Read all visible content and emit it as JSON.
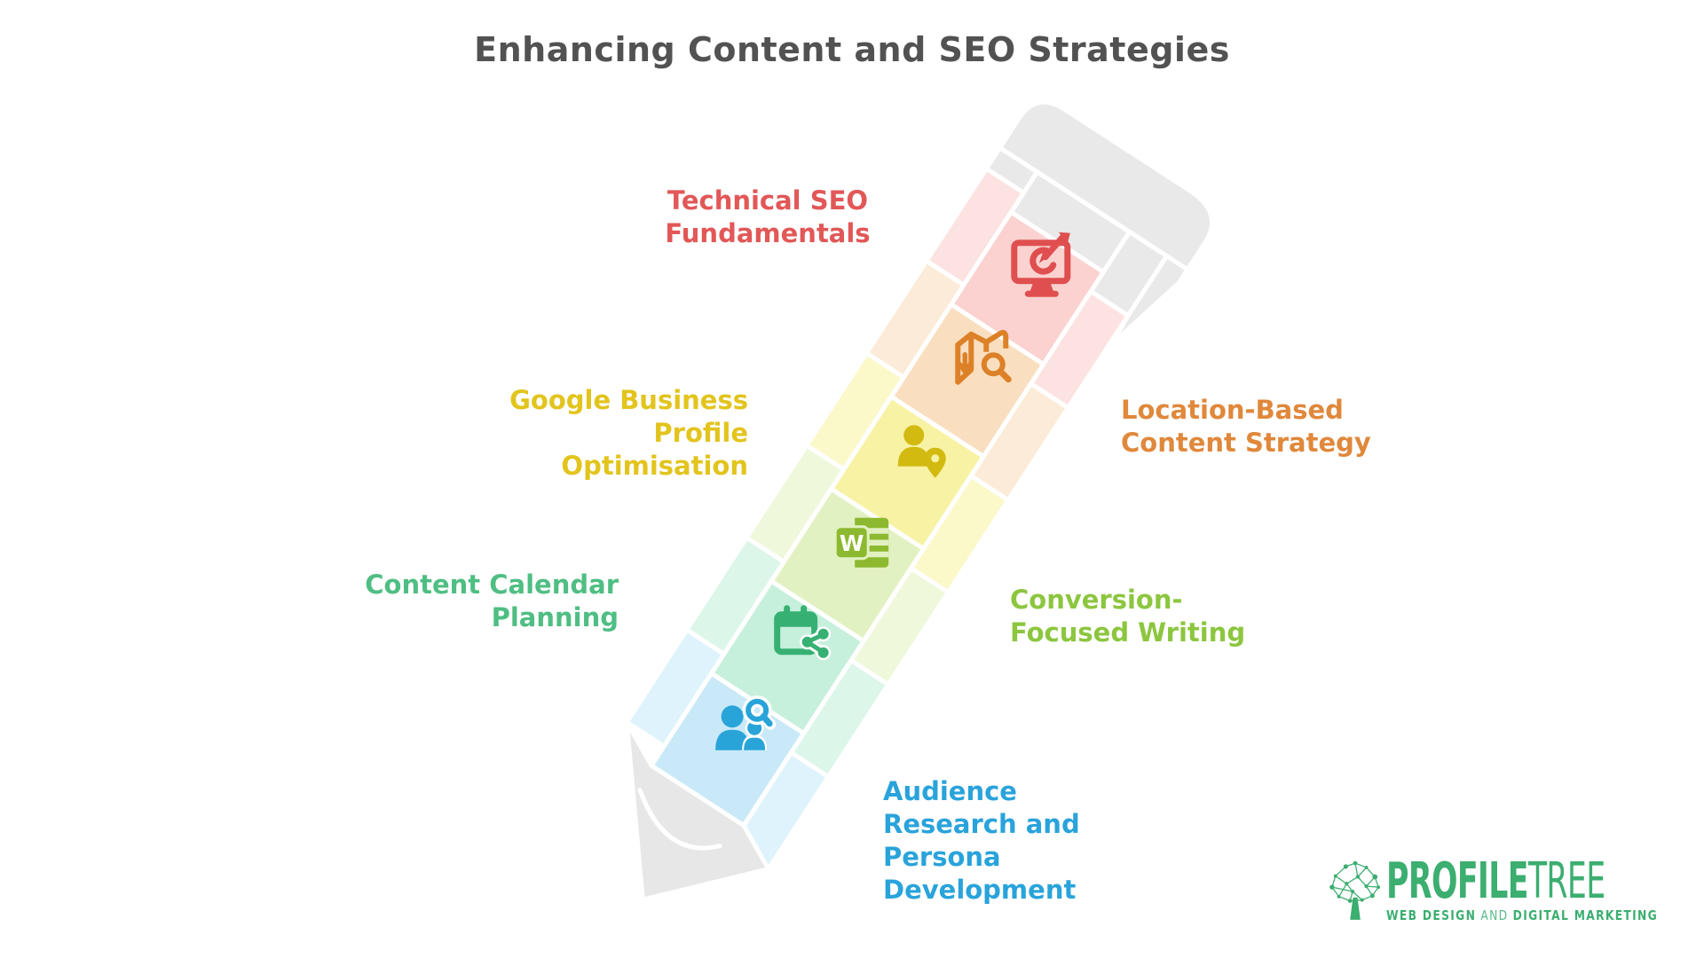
{
  "title": {
    "text": "Enhancing Content and SEO Strategies",
    "color": "#525252"
  },
  "labels": [
    {
      "id": "technical-seo",
      "lines": [
        "Technical SEO",
        "Fundamentals"
      ],
      "color": "#E25757"
    },
    {
      "id": "google-business",
      "lines": [
        "Google Business",
        "Profile",
        "Optimisation"
      ],
      "color": "#E2C41D"
    },
    {
      "id": "content-calendar",
      "lines": [
        "Content Calendar",
        "Planning"
      ],
      "color": "#4FBE83"
    },
    {
      "id": "location-based",
      "lines": [
        "Location-Based",
        "Content Strategy"
      ],
      "color": "#E0883B"
    },
    {
      "id": "conversion-focused",
      "lines": [
        "Conversion-",
        "Focused Writing"
      ],
      "color": "#8CC63F"
    },
    {
      "id": "audience-research",
      "lines": [
        "Audience",
        "Research and",
        "Persona",
        "Development"
      ],
      "color": "#29A3DB"
    }
  ],
  "pencil": {
    "eraser_color": "#E9E9E9",
    "tip_color": "#E7E7E7",
    "outline_color": "#FFFFFF",
    "word_letter": "W",
    "segments": [
      {
        "name": "Technical SEO Fundamentals",
        "icon": "monitor-target-icon",
        "face": "#FBD2D0",
        "side": "#FCE2E0",
        "icon_color": "#DF4F4F"
      },
      {
        "name": "Location-Based Content Strategy",
        "icon": "map-search-icon",
        "face": "#F9DFC0",
        "side": "#FBEBD8",
        "icon_color": "#DC8128"
      },
      {
        "name": "Google Business Profile Optimisation",
        "icon": "person-pin-icon",
        "face": "#F8F2A4",
        "side": "#FBF8CA",
        "icon_color": "#D2BA10"
      },
      {
        "name": "Conversion-Focused Writing",
        "icon": "word-doc-icon",
        "face": "#E2F1C1",
        "side": "#EFF8DB",
        "icon_color": "#8CB92F"
      },
      {
        "name": "Content Calendar Planning",
        "icon": "calendar-share-icon",
        "face": "#C6F0DB",
        "side": "#DDF6EA",
        "icon_color": "#37B173"
      },
      {
        "name": "Audience Research and Persona Development",
        "icon": "people-search-icon",
        "face": "#C9E9F8",
        "side": "#DFF3FC",
        "icon_color": "#29A4D9"
      }
    ]
  },
  "logo": {
    "brand_bold": "PROFILE",
    "brand_light": "TREE",
    "tagline_1": "WEB DESIGN",
    "tagline_and": "AND",
    "tagline_2": "DIGITAL MARKETING",
    "color": "#3BAE70"
  }
}
